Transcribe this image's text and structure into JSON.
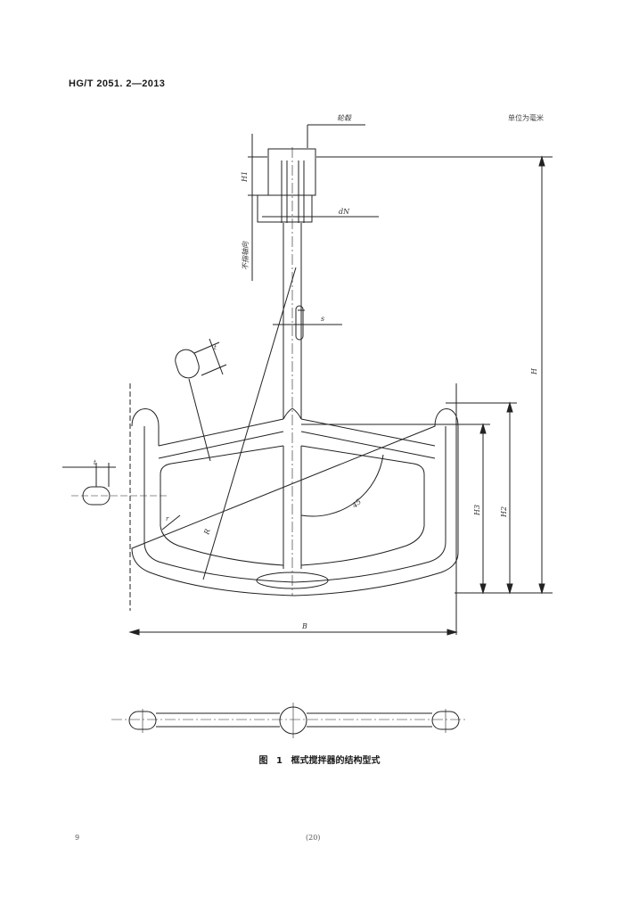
{
  "header": {
    "standard_number": "HG/T 2051. 2—2013"
  },
  "unit_note": "单位为毫米",
  "drawing": {
    "callout_hub": "轮毂",
    "callout_shaft_end": "不指轴向",
    "dims": {
      "h1": "H1",
      "dn": "dN",
      "s": "s",
      "t_top": "t",
      "t_left": "t",
      "r_inner": "r",
      "r_big": "R",
      "angle": "45",
      "h_total": "H",
      "h3": "H3",
      "h2": "H2",
      "b": "B"
    }
  },
  "caption": "图 1   框式搅拌器的结构型式",
  "page_mark": "9",
  "page_number": "(20)"
}
